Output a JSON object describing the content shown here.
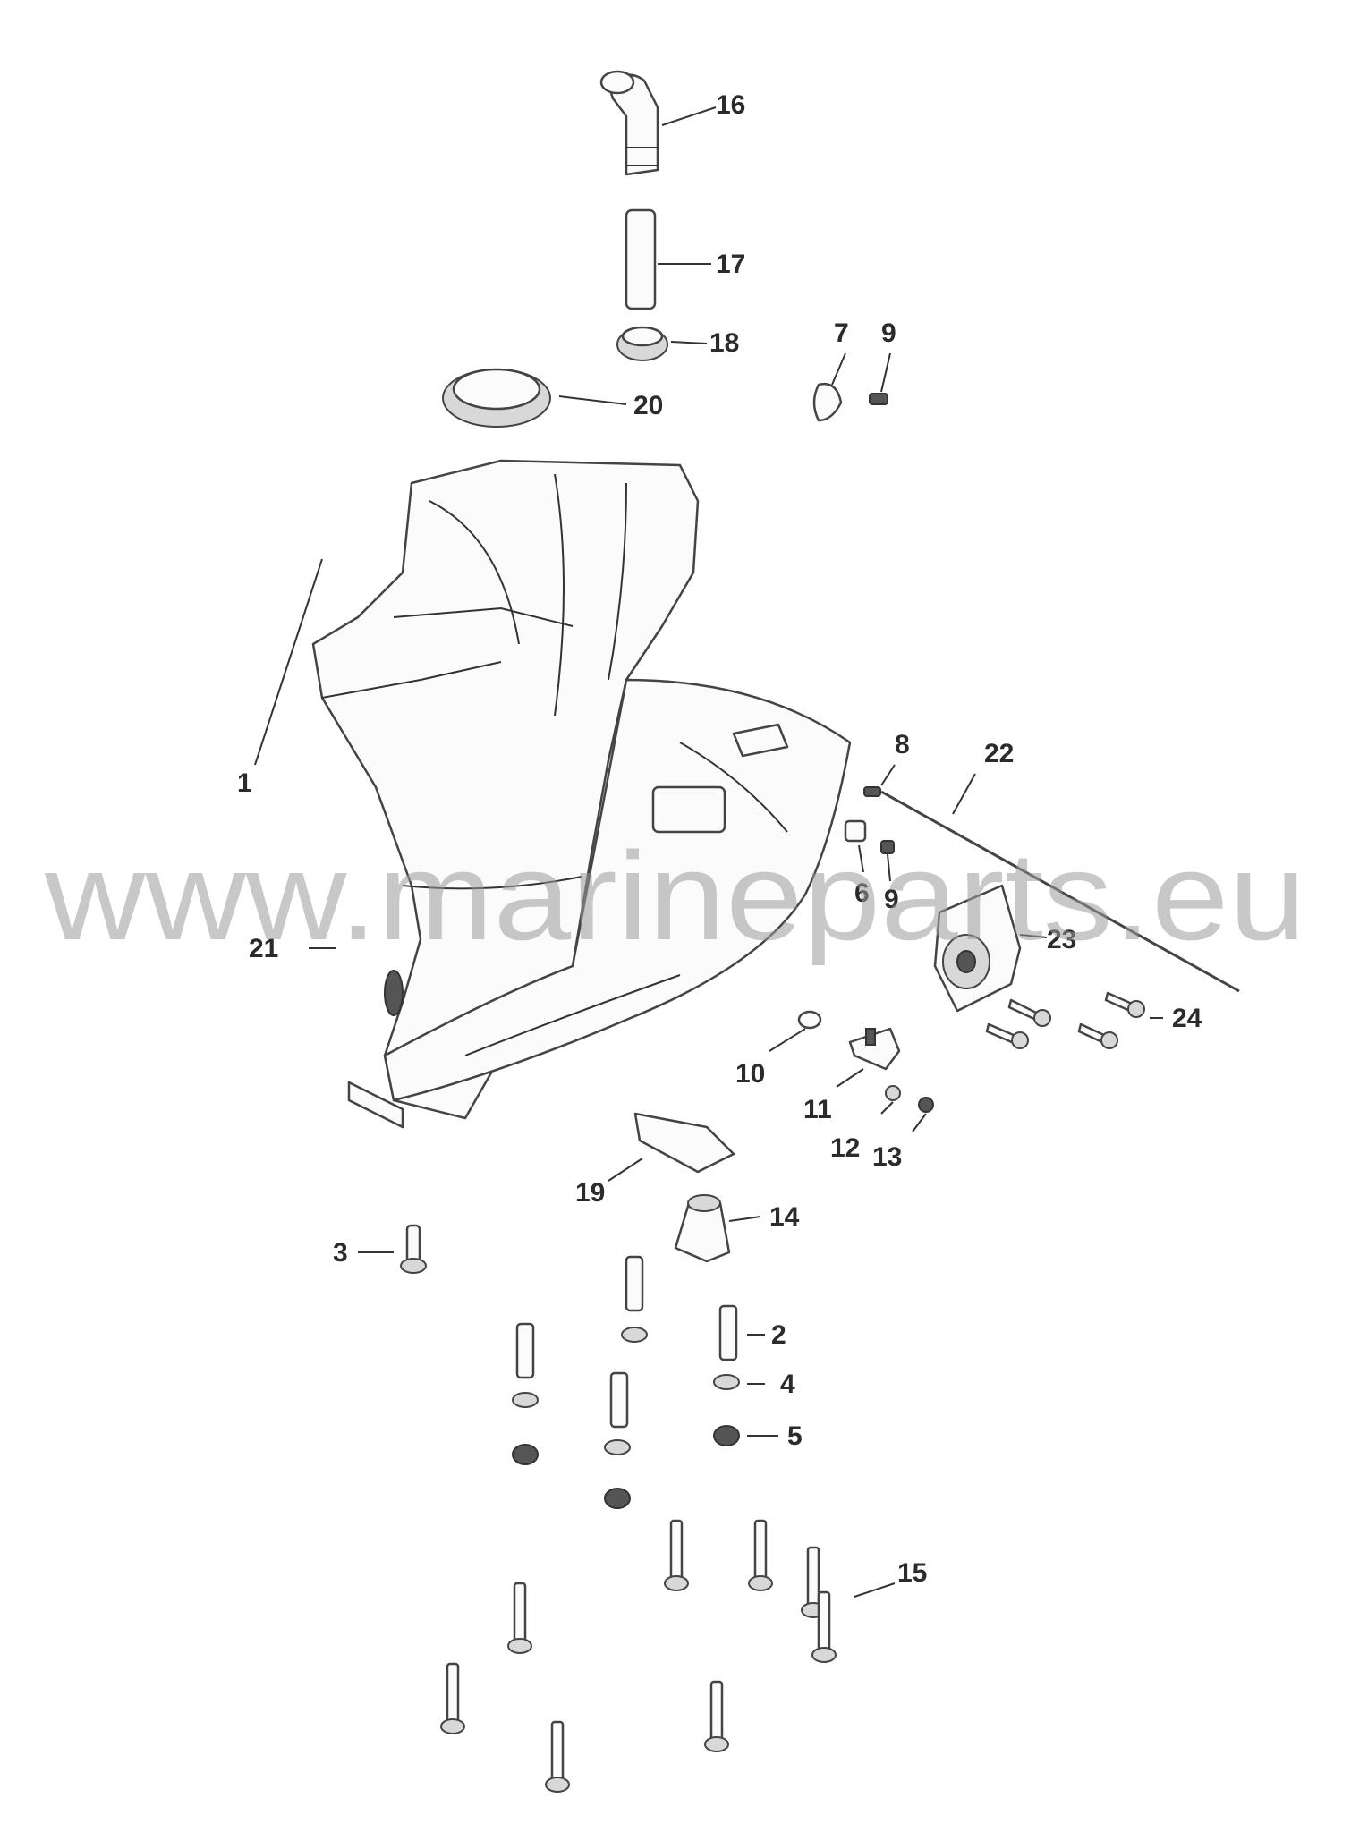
{
  "watermark": "www.marineparts.eu",
  "callouts": {
    "c1": "1",
    "c2": "2",
    "c3": "3",
    "c4": "4",
    "c5": "5",
    "c6": "6",
    "c7": "7",
    "c8": "8",
    "c9a": "9",
    "c9b": "9",
    "c10": "10",
    "c11": "11",
    "c12": "12",
    "c13": "13",
    "c14": "14",
    "c15": "15",
    "c16": "16",
    "c17": "17",
    "c18": "18",
    "c19": "19",
    "c20": "20",
    "c21": "21",
    "c22": "22",
    "c23": "23",
    "c24": "24"
  }
}
